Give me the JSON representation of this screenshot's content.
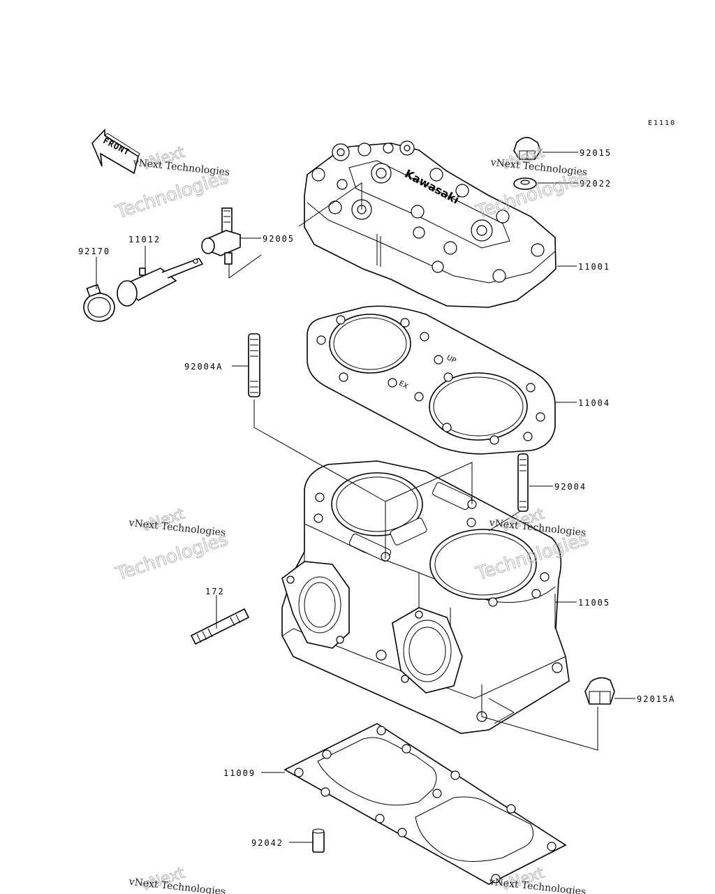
{
  "ref_code": "E1110",
  "front_label": "FRONT",
  "cast_text": {
    "brand": "Kawasaki",
    "gasket_up": "UP",
    "gasket_ex": "EX"
  },
  "parts": [
    {
      "id": "92015",
      "label": "92015"
    },
    {
      "id": "92022",
      "label": "92022"
    },
    {
      "id": "11001",
      "label": "11001"
    },
    {
      "id": "92005",
      "label": "92005"
    },
    {
      "id": "11012",
      "label": "11012"
    },
    {
      "id": "92170",
      "label": "92170"
    },
    {
      "id": "92004A",
      "label": "92004A"
    },
    {
      "id": "11004",
      "label": "11004"
    },
    {
      "id": "92004",
      "label": "92004"
    },
    {
      "id": "11005",
      "label": "11005"
    },
    {
      "id": "172",
      "label": "172"
    },
    {
      "id": "92015A",
      "label": "92015A"
    },
    {
      "id": "11009",
      "label": "11009"
    },
    {
      "id": "92042",
      "label": "92042"
    }
  ],
  "watermark": {
    "line1": "vNext",
    "line2": "vNext Technologies",
    "line3": "Technologies"
  }
}
